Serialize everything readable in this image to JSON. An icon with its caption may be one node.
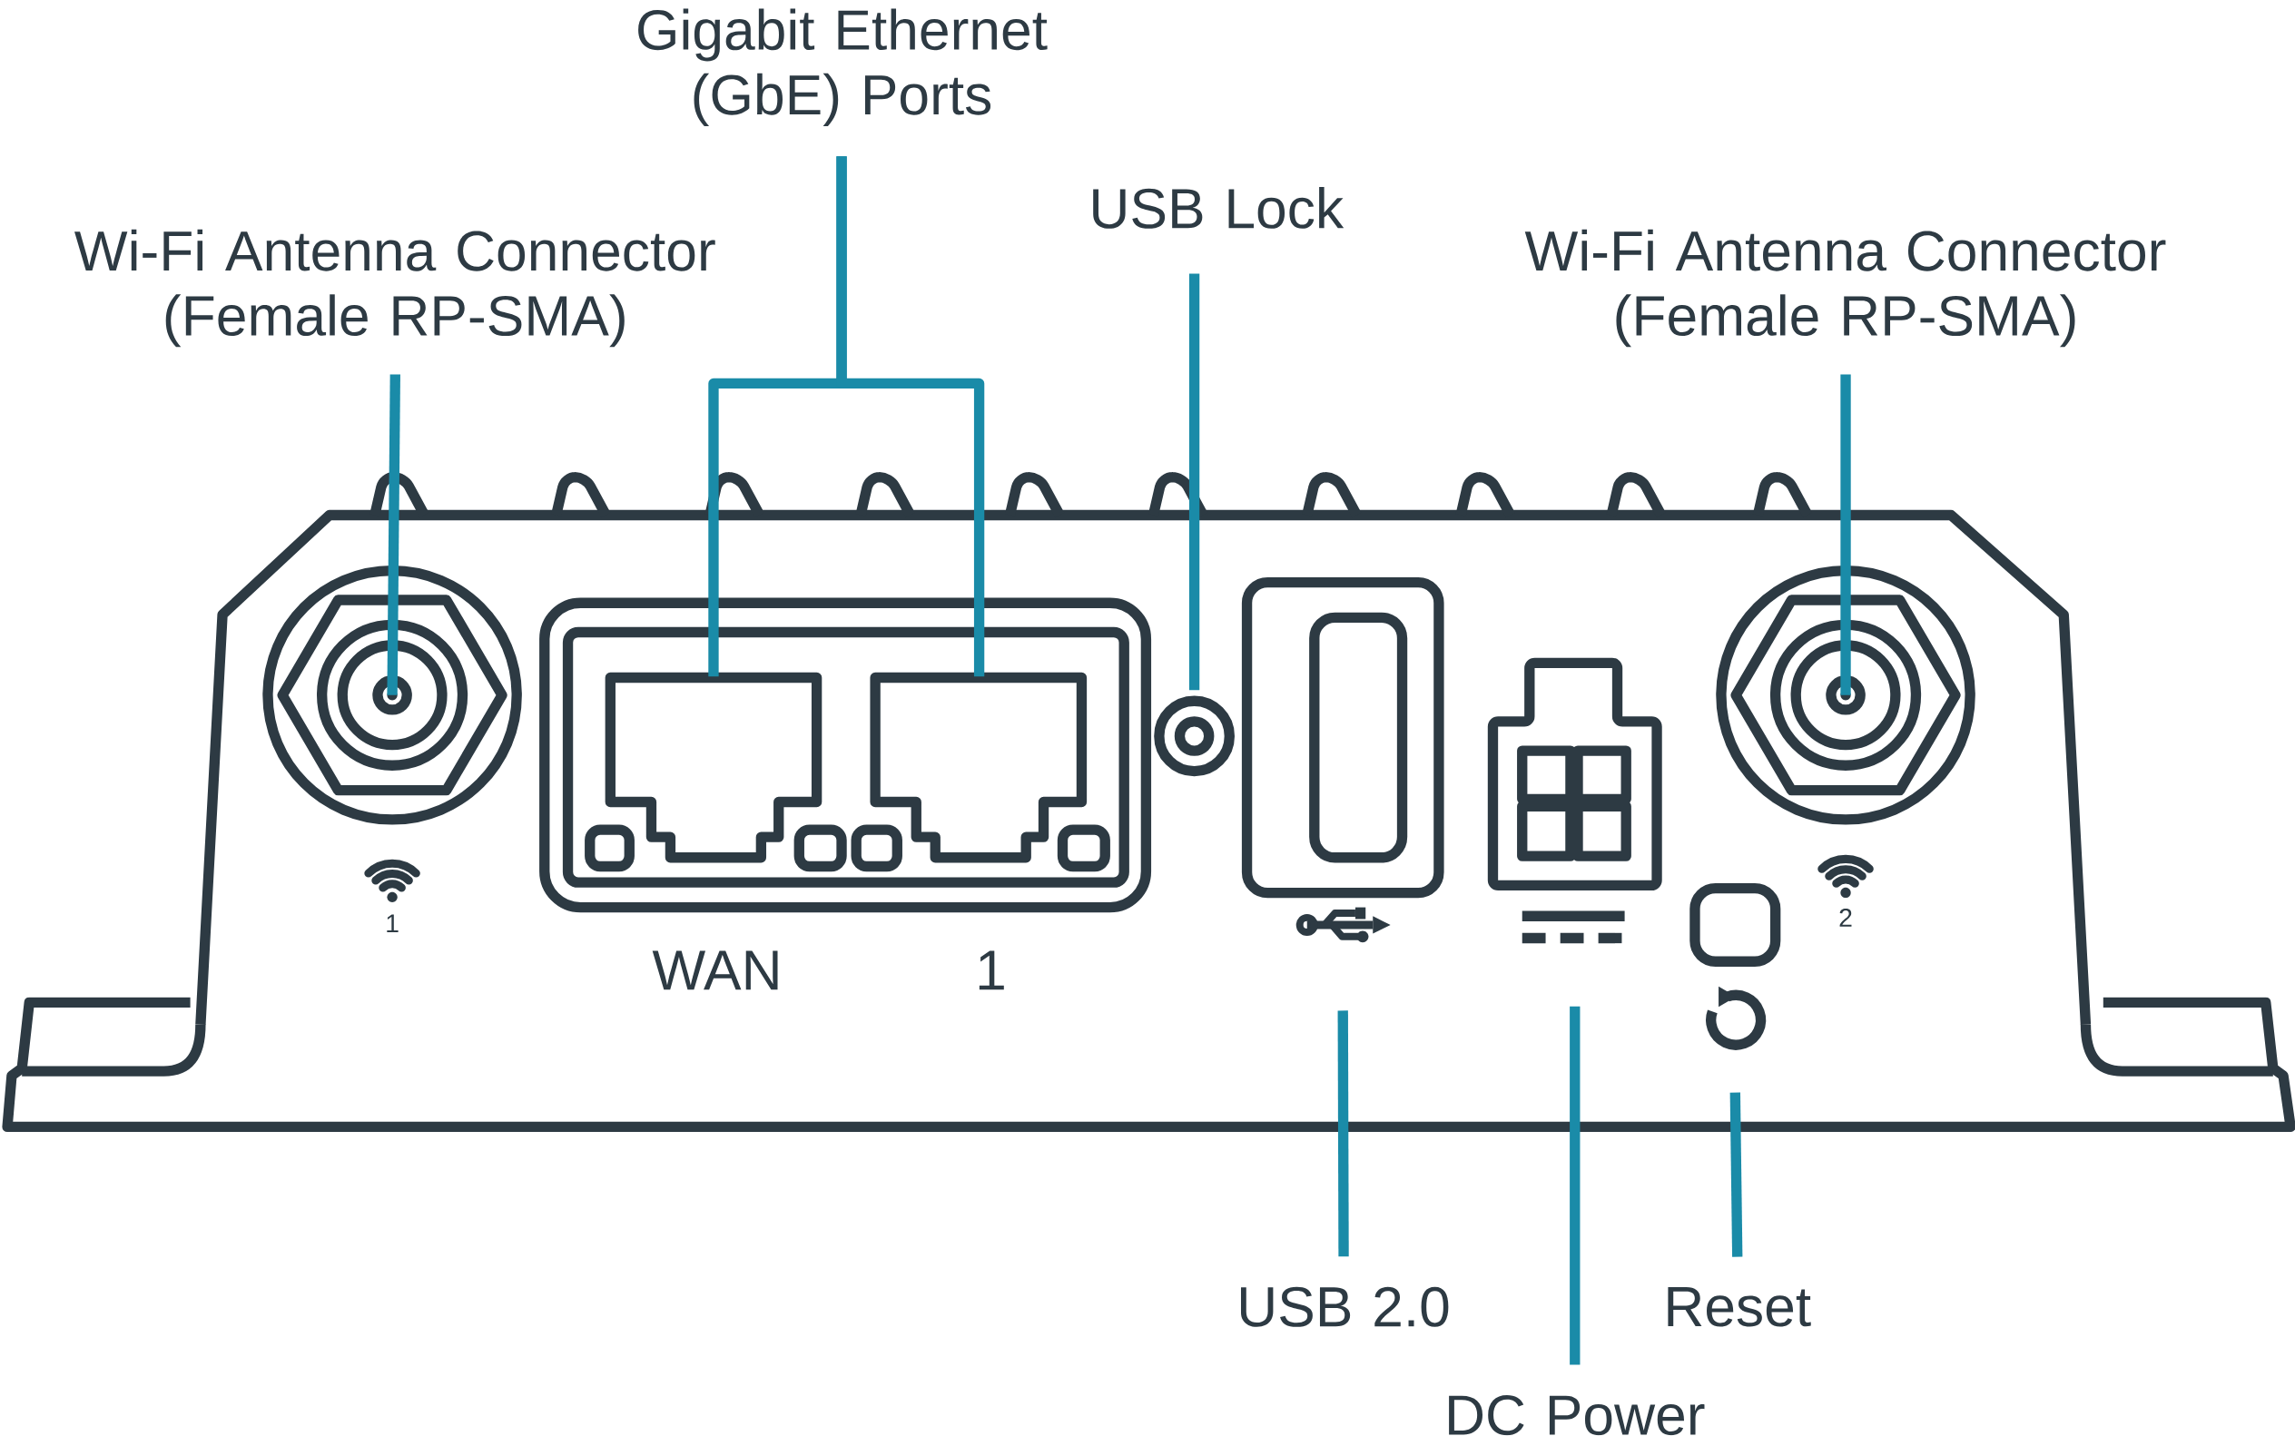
{
  "diagram": {
    "nodes": [
      {
        "text": [
          "Gigabit Ethernet (GbE) Ports"
        ]
      },
      {
        "text": [
          "USB Lock"
        ]
      },
      {
        "text": [
          "Wi-Fi Antenna Connector (Female RP-SMA)"
        ]
      },
      {
        "text": [
          "Wi-Fi Antenna Connector (Female RP-SMA)"
        ]
      },
      {
        "text": [],
        "shape": "circle"
      },
      {
        "text": [],
        "shape": "box"
      },
      {
        "text": [],
        "shape": "box"
      },
      {
        "text": [],
        "shape": "circle"
      },
      {
        "text": [],
        "shape": "box"
      },
      {
        "text": [],
        "shape": "box"
      },
      {
        "text": [],
        "shape": "box"
      },
      {
        "text": [],
        "shape": "circle"
      },
      {
        "text": [
          "USB 2.0"
        ]
      },
      {
        "text": [
          "DC Power"
        ]
      },
      {
        "text": [
          "Reset"
        ]
      }
    ],
    "edges": [
      {
        "from": 0,
        "to": 5,
        "arrow": "none"
      },
      {
        "from": 0,
        "to": 6,
        "arrow": "none"
      },
      {
        "from": 1,
        "to": 7,
        "arrow": "none"
      },
      {
        "from": 2,
        "to": 4,
        "arrow": "none"
      },
      {
        "from": 3,
        "to": 11,
        "arrow": "none"
      },
      {
        "from": 12,
        "to": 8,
        "arrow": "none"
      },
      {
        "from": 13,
        "to": 9,
        "arrow": "none"
      },
      {
        "from": 14,
        "to": 10,
        "arrow": "none"
      }
    ],
    "labels": [
      "1",
      "2",
      "WAN",
      "1"
    ]
  }
}
